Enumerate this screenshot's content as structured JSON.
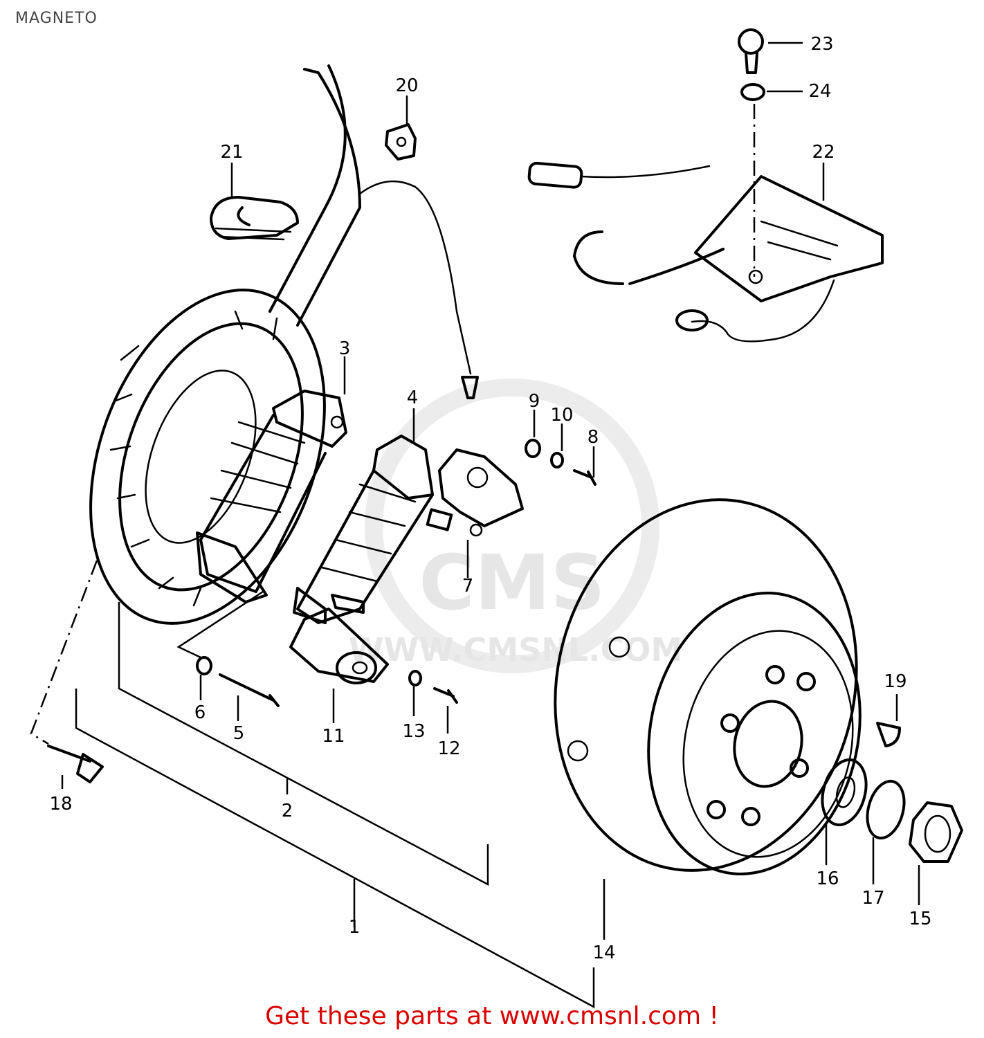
{
  "header": {
    "title": "MAGNETO"
  },
  "callouts": {
    "c1": "1",
    "c2": "2",
    "c3": "3",
    "c4": "4",
    "c5": "5",
    "c6": "6",
    "c7": "7",
    "c8": "8",
    "c9": "9",
    "c10": "10",
    "c11": "11",
    "c12": "12",
    "c13": "13",
    "c14": "14",
    "c15": "15",
    "c16": "16",
    "c17": "17",
    "c18": "18",
    "c19": "19",
    "c20": "20",
    "c21": "21",
    "c22": "22",
    "c23": "23",
    "c24": "24"
  },
  "watermark": {
    "brand": "CMS",
    "url": "WWW.CMSNL.COM"
  },
  "footer": {
    "text": "Get these parts at www.cmsnl.com !"
  }
}
